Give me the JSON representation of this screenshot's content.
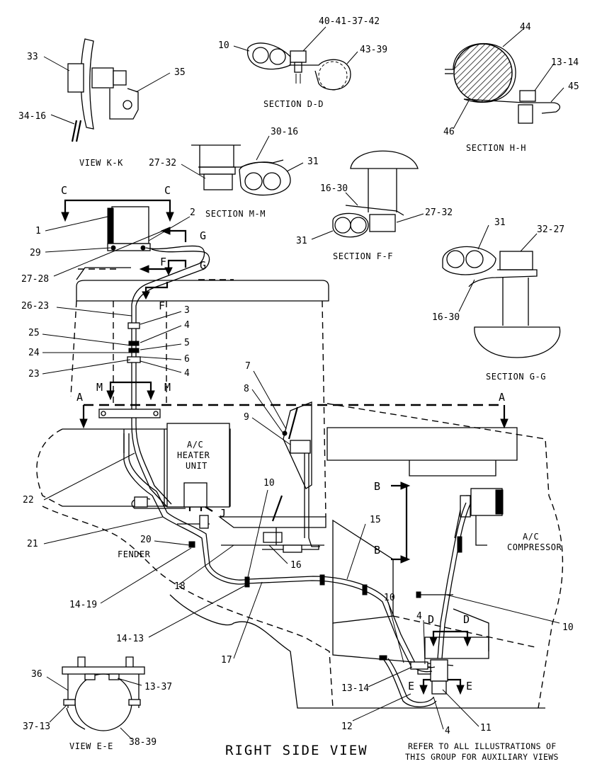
{
  "title": "RIGHT SIDE VIEW",
  "note": [
    "REFER TO ALL ILLUSTRATIONS OF",
    "THIS GROUP FOR AUXILIARY VIEWS"
  ],
  "views": {
    "view_kk": "VIEW  K-K",
    "section_dd": "SECTION  D-D",
    "section_hh": "SECTION  H-H",
    "section_mm": "SECTION  M-M",
    "section_ff": "SECTION  F-F",
    "section_gg": "SECTION  G-G",
    "view_ee": "VIEW  E-E"
  },
  "components": {
    "heater_unit": [
      "A/C",
      "HEATER",
      "UNIT"
    ],
    "compressor": [
      "A/C",
      "COMPRESSOR"
    ],
    "fender": "FENDER"
  },
  "section_letters": {
    "a": "A",
    "b": "B",
    "c": "C",
    "d": "D",
    "e": "E",
    "f": "F",
    "g": "G",
    "j": "J",
    "m": "M"
  },
  "callouts": {
    "c33": "33",
    "c35": "35",
    "c34_16": "34-16",
    "c10_dd": "10",
    "c40_41": "40-41-37-42",
    "c43_39": "43-39",
    "c44": "44",
    "c13_14_hh": "13-14",
    "c45": "45",
    "c46": "46",
    "c30_16": "30-16",
    "c27_32_mm": "27-32",
    "c31_mm": "31",
    "c16_30_ff": "16-30",
    "c27_32_ff": "27-32",
    "c31_ff": "31",
    "c31_gg": "31",
    "c32_27": "32-27",
    "c16_30_gg": "16-30",
    "c1": "1",
    "c2": "2",
    "c29": "29",
    "c27_28": "27-28",
    "c26_23": "26-23",
    "c3": "3",
    "c4a": "4",
    "c25": "25",
    "c5": "5",
    "c24": "24",
    "c6": "6",
    "c23": "23",
    "c4b": "4",
    "c7": "7",
    "c8": "8",
    "c9": "9",
    "c22": "22",
    "c21": "21",
    "c20": "20",
    "c14_19": "14-19",
    "c10a": "10",
    "c15": "15",
    "c16": "16",
    "c18": "18",
    "c14_13": "14-13",
    "c17": "17",
    "c10b": "10",
    "c4c": "4",
    "c10c": "10",
    "c13_14": "13-14",
    "c12": "12",
    "c4d": "4",
    "c11": "11",
    "c36": "36",
    "c13_37": "13-37",
    "c37_13": "37-13",
    "c38_39": "38-39"
  }
}
